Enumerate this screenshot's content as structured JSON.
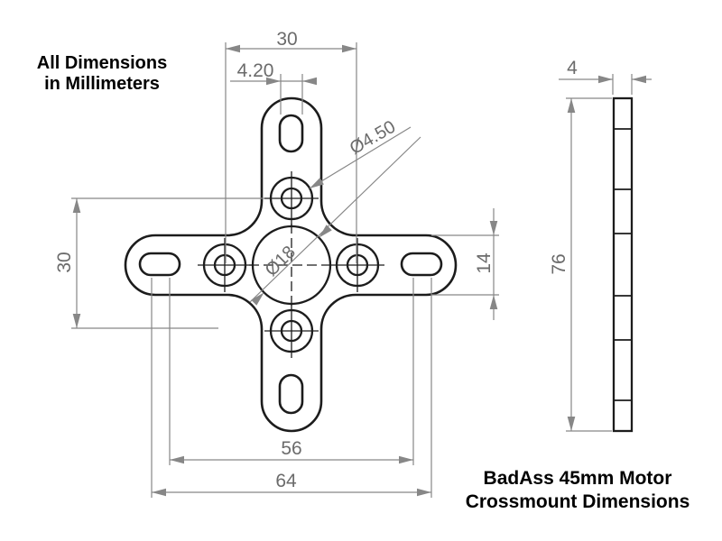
{
  "page": {
    "units_note": {
      "line1": "All Dimensions",
      "line2": "in Millimeters"
    },
    "title": {
      "line1": "BadAss 45mm Motor",
      "line2": "Crossmount Dimensions"
    }
  },
  "dims": {
    "hole_spacing_horizontal": "30",
    "hole_spacing_vertical": "30",
    "slot_width": "4.20",
    "hole_diameter": "Ø4.50",
    "center_bore_diameter": "Ø18",
    "arm_width": "14",
    "slot_inner_span": "56",
    "slot_outer_span": "64",
    "thickness": "4",
    "overall_length": "76"
  },
  "colors": {
    "background": "#ffffff",
    "outline": "#1c1c1c",
    "dimension_line": "#878787",
    "dimension_text": "#6b6b6b",
    "note_text": "#000000"
  }
}
